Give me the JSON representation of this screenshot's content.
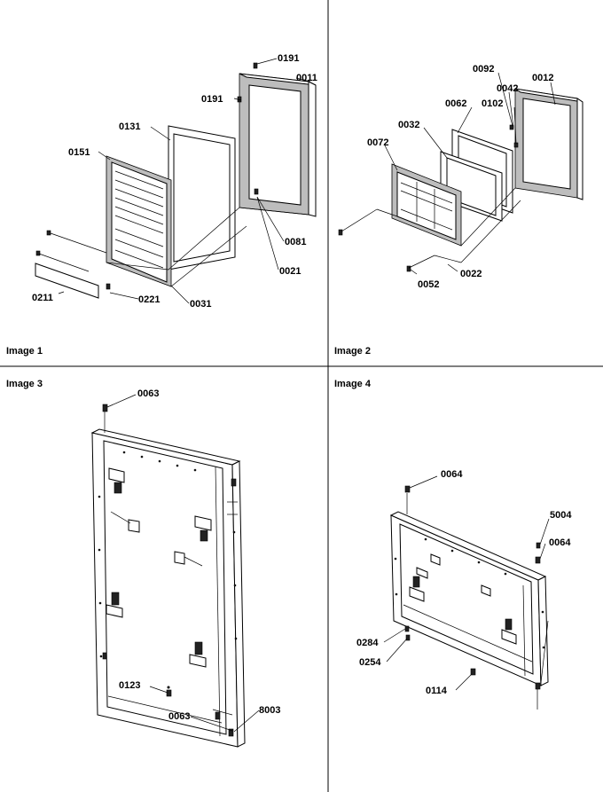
{
  "panels": [
    {
      "caption": "Image 1"
    },
    {
      "caption": "Image 2"
    },
    {
      "caption": "Image 3"
    },
    {
      "caption": "Image 4"
    }
  ],
  "callouts": {
    "p1": [
      "0191",
      "0011",
      "0191",
      "0131",
      "0151",
      "0081",
      "0021",
      "0211",
      "0221",
      "0031"
    ],
    "p2": [
      "0092",
      "0012",
      "0042",
      "0062",
      "0102",
      "0032",
      "0072",
      "0052",
      "0022"
    ],
    "p3": [
      "0063",
      "0123",
      "8003",
      "0063"
    ],
    "p4": [
      "0064",
      "5004",
      "0064",
      "0284",
      "0254",
      "0114"
    ]
  }
}
